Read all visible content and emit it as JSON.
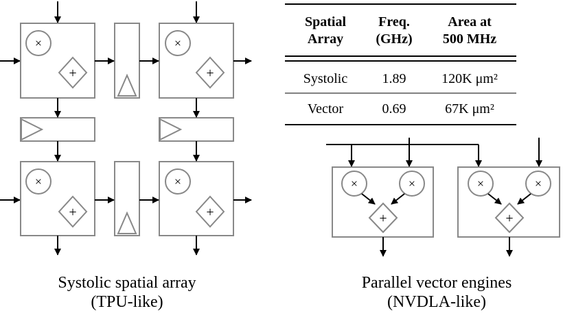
{
  "table": {
    "headers": [
      {
        "line1": "Spatial",
        "line2": "Array"
      },
      {
        "line1": "Freq.",
        "line2": "(GHz)"
      },
      {
        "line1": "Area at",
        "line2": "500 MHz"
      }
    ],
    "rows": [
      {
        "array": "Systolic",
        "freq": "1.89",
        "area": "120K μm²"
      },
      {
        "array": "Vector",
        "freq": "0.69",
        "area": "67K μm²"
      }
    ]
  },
  "captions": {
    "systolic_line1": "Systolic spatial array",
    "systolic_line2": "(TPU-like)",
    "vector_line1": "Parallel vector engines",
    "vector_line2": "(NVDLA-like)"
  },
  "symbols": {
    "multiply": "×",
    "add": "+"
  },
  "colors": {
    "box_stroke": "#888888",
    "arrow": "#000000",
    "text": "#111111"
  }
}
